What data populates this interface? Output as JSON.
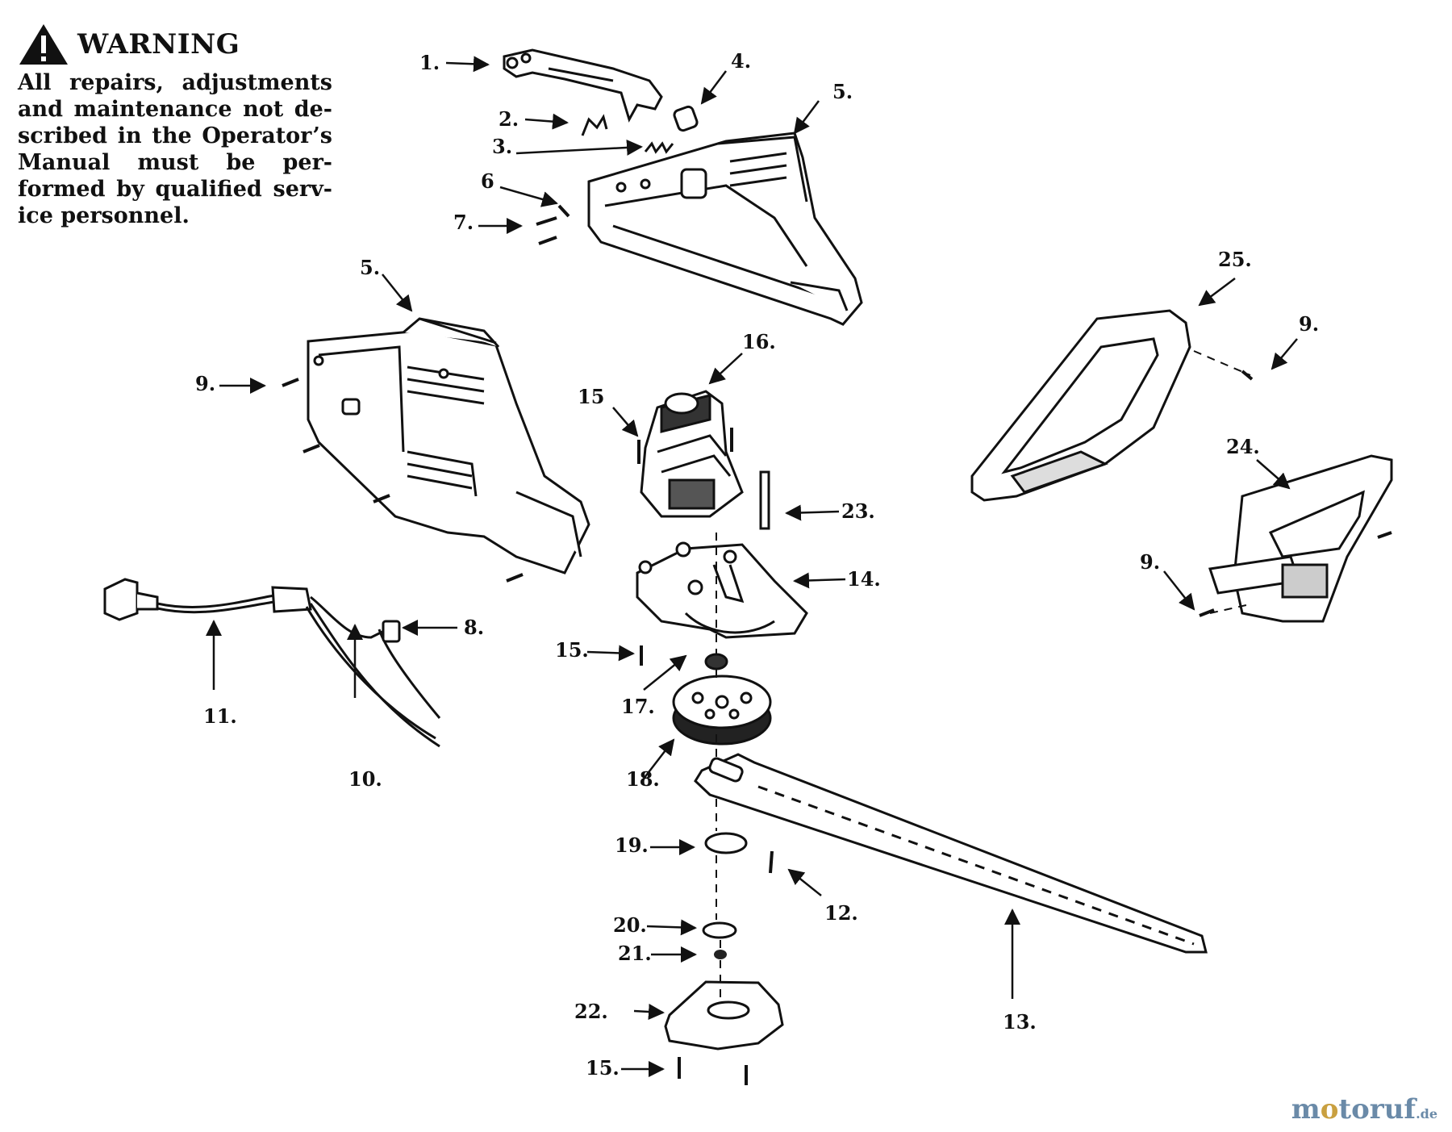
{
  "warning": {
    "title": "WARNING",
    "lines": [
      "All repairs, adjustments",
      "and maintenance not de-",
      "scribed in the Operator’s",
      "Manual must be per-",
      "formed by qualified serv-",
      "ice personnel."
    ],
    "icon": "warning-triangle-icon"
  },
  "callouts": {
    "c1": "1.",
    "c2": "2.",
    "c3": "3.",
    "c4": "4.",
    "c5a": "5.",
    "c5b": "5.",
    "c6": "6",
    "c7": "7.",
    "c8": "8.",
    "c9a": "9.",
    "c9b": "9.",
    "c9c": "9.",
    "c10": "10.",
    "c11": "11.",
    "c12": "12.",
    "c13": "13.",
    "c14": "14.",
    "c15a": "15",
    "c15b": "15.",
    "c15c": "15.",
    "c16": "16.",
    "c17": "17.",
    "c18": "18.",
    "c19": "19.",
    "c20": "20.",
    "c21": "21.",
    "c22": "22.",
    "c23": "23.",
    "c24": "24.",
    "c25": "25."
  },
  "watermark": {
    "brand_pre": "m",
    "brand_o": "o",
    "brand_post": "toruf",
    "tld": ".de"
  }
}
